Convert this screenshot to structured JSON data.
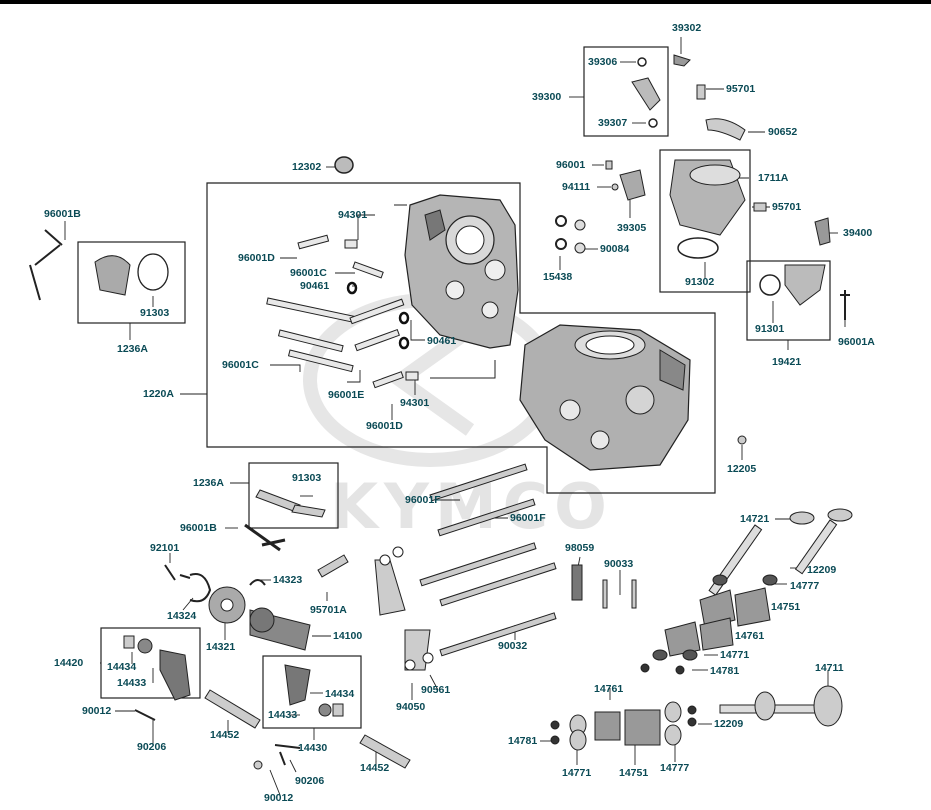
{
  "watermark": "KYMCO",
  "colors": {
    "label": "#0a4a55",
    "line": "#222222",
    "part_fill": "#9a9a9a",
    "part_dark": "#3a3a3a",
    "watermark": "#e4e4e4"
  },
  "parts": [
    {
      "id": "p1",
      "label": "39302"
    },
    {
      "id": "p2",
      "label": "39306"
    },
    {
      "id": "p3",
      "label": "95701"
    },
    {
      "id": "p4",
      "label": "39300"
    },
    {
      "id": "p5",
      "label": "39307"
    },
    {
      "id": "p6",
      "label": "90652"
    },
    {
      "id": "p7",
      "label": "12302"
    },
    {
      "id": "p8",
      "label": "96001"
    },
    {
      "id": "p9",
      "label": "1711A"
    },
    {
      "id": "p10",
      "label": "94111"
    },
    {
      "id": "p11",
      "label": "95701"
    },
    {
      "id": "p12",
      "label": "96001B"
    },
    {
      "id": "p13",
      "label": "94301"
    },
    {
      "id": "p14",
      "label": "39305"
    },
    {
      "id": "p15",
      "label": "39400"
    },
    {
      "id": "p16",
      "label": "90084"
    },
    {
      "id": "p17",
      "label": "96001D"
    },
    {
      "id": "p18",
      "label": "96001C"
    },
    {
      "id": "p19",
      "label": "15438"
    },
    {
      "id": "p20",
      "label": "91302"
    },
    {
      "id": "p21",
      "label": "90461"
    },
    {
      "id": "p22",
      "label": "91303"
    },
    {
      "id": "p23",
      "label": "91301"
    },
    {
      "id": "p24",
      "label": "96001A"
    },
    {
      "id": "p25",
      "label": "1236A"
    },
    {
      "id": "p26",
      "label": "90461"
    },
    {
      "id": "p27",
      "label": "96001C"
    },
    {
      "id": "p28",
      "label": "19421"
    },
    {
      "id": "p29",
      "label": "1220A"
    },
    {
      "id": "p30",
      "label": "96001E"
    },
    {
      "id": "p31",
      "label": "94301"
    },
    {
      "id": "p32",
      "label": "96001D"
    },
    {
      "id": "p33",
      "label": "12205"
    },
    {
      "id": "p34",
      "label": "91303"
    },
    {
      "id": "p35",
      "label": "1236A"
    },
    {
      "id": "p36",
      "label": "96001F"
    },
    {
      "id": "p37",
      "label": "96001F"
    },
    {
      "id": "p38",
      "label": "14721"
    },
    {
      "id": "p39",
      "label": "96001B"
    },
    {
      "id": "p40",
      "label": "92101"
    },
    {
      "id": "p41",
      "label": "98059"
    },
    {
      "id": "p42",
      "label": "90033"
    },
    {
      "id": "p43",
      "label": "12209"
    },
    {
      "id": "p44",
      "label": "14323"
    },
    {
      "id": "p45",
      "label": "14777"
    },
    {
      "id": "p46",
      "label": "14324"
    },
    {
      "id": "p47",
      "label": "95701A"
    },
    {
      "id": "p48",
      "label": "14751"
    },
    {
      "id": "p49",
      "label": "14100"
    },
    {
      "id": "p50",
      "label": "14321"
    },
    {
      "id": "p51",
      "label": "14761"
    },
    {
      "id": "p52",
      "label": "90032"
    },
    {
      "id": "p53",
      "label": "14771"
    },
    {
      "id": "p54",
      "label": "14420"
    },
    {
      "id": "p55",
      "label": "14434"
    },
    {
      "id": "p56",
      "label": "14781"
    },
    {
      "id": "p57",
      "label": "14433"
    },
    {
      "id": "p58",
      "label": "14711"
    },
    {
      "id": "p59",
      "label": "14434"
    },
    {
      "id": "p60",
      "label": "90561"
    },
    {
      "id": "p61",
      "label": "14761"
    },
    {
      "id": "p62",
      "label": "90012"
    },
    {
      "id": "p63",
      "label": "94050"
    },
    {
      "id": "p64",
      "label": "14433"
    },
    {
      "id": "p65",
      "label": "90206"
    },
    {
      "id": "p66",
      "label": "14452"
    },
    {
      "id": "p67",
      "label": "12209"
    },
    {
      "id": "p68",
      "label": "14781"
    },
    {
      "id": "p69",
      "label": "14430"
    },
    {
      "id": "p70",
      "label": "14452"
    },
    {
      "id": "p71",
      "label": "90206"
    },
    {
      "id": "p72",
      "label": "14771"
    },
    {
      "id": "p73",
      "label": "14751"
    },
    {
      "id": "p74",
      "label": "14777"
    },
    {
      "id": "p75",
      "label": "90012"
    }
  ]
}
